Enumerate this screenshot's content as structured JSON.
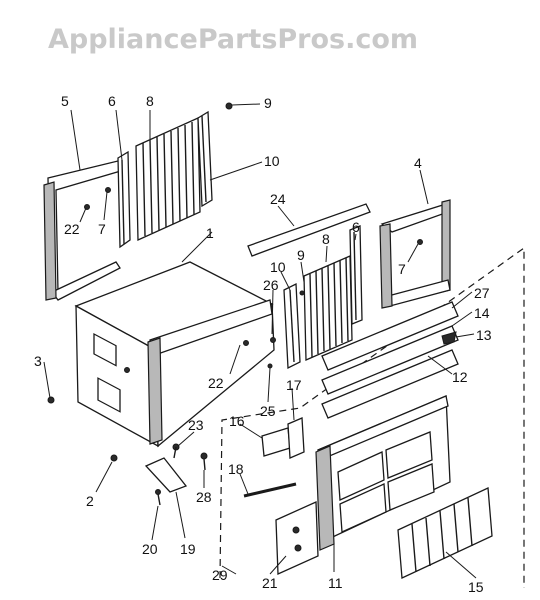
{
  "watermark": "AppliancePartsPros.com",
  "part_labels": [
    "1",
    "2",
    "3",
    "4",
    "5",
    "6",
    "6",
    "7",
    "7",
    "8",
    "8",
    "9",
    "9",
    "10",
    "10",
    "11",
    "12",
    "13",
    "14",
    "15",
    "16",
    "17",
    "18",
    "19",
    "20",
    "21",
    "22",
    "22",
    "23",
    "24",
    "25",
    "26",
    "27",
    "28",
    "29"
  ]
}
